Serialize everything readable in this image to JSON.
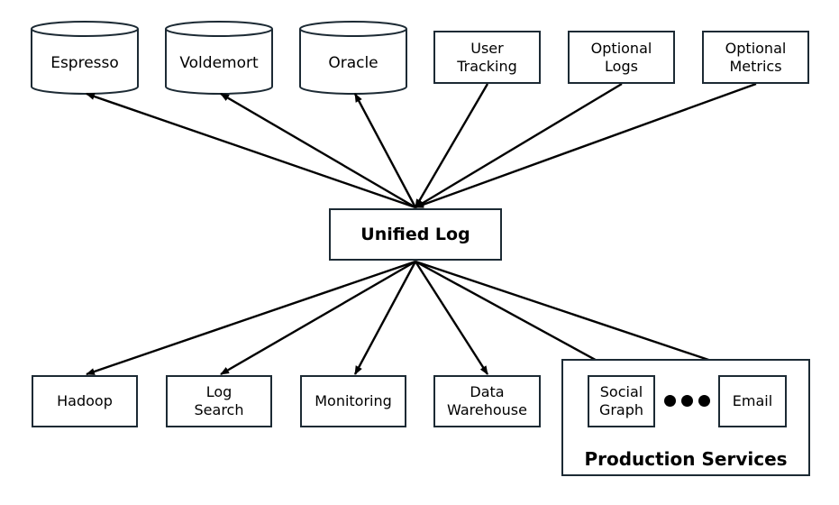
{
  "center": {
    "label": "Unified Log"
  },
  "sources_db": [
    {
      "id": "espresso",
      "label": "Espresso"
    },
    {
      "id": "voldemort",
      "label": "Voldemort"
    },
    {
      "id": "oracle",
      "label": "Oracle"
    }
  ],
  "sources_box": [
    {
      "id": "user-tracking",
      "lines": [
        "User",
        "Tracking"
      ]
    },
    {
      "id": "optional-logs",
      "lines": [
        "Optional",
        "Logs"
      ]
    },
    {
      "id": "optional-metrics",
      "lines": [
        "Optional",
        "Metrics"
      ]
    }
  ],
  "sinks": [
    {
      "id": "hadoop",
      "lines": [
        "Hadoop"
      ]
    },
    {
      "id": "log-search",
      "lines": [
        "Log",
        "Search"
      ]
    },
    {
      "id": "monitoring",
      "lines": [
        "Monitoring"
      ]
    },
    {
      "id": "data-warehouse",
      "lines": [
        "Data",
        "Warehouse"
      ]
    }
  ],
  "production": {
    "title": "Production Services",
    "services": [
      {
        "id": "social-graph",
        "lines": [
          "Social",
          "Graph"
        ]
      },
      {
        "id": "email",
        "lines": [
          "Email"
        ]
      }
    ],
    "ellipsis_dots": 3
  },
  "colors": {
    "border": "#1c2a34",
    "arrow": "#000000"
  }
}
